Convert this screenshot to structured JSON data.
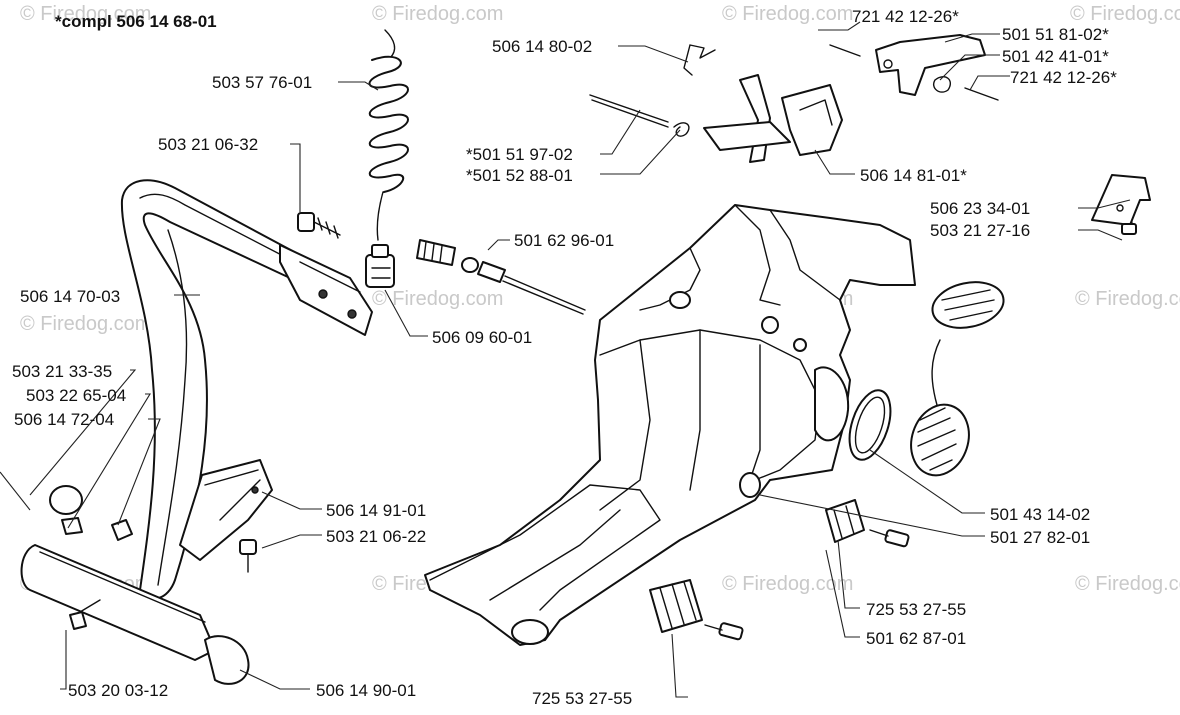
{
  "title": "*compl 506 14 68-01",
  "watermark": "© Firedog.com",
  "labels": {
    "l_721_a": "721 42 12-26*",
    "l_506_14_80": "506 14 80-02",
    "l_501_51_81": "501 51 81-02*",
    "l_501_42_41": "501 42 41-01*",
    "l_721_b": "721 42 12-26*",
    "l_503_57_76": "503 57 76-01",
    "l_503_21_06_32": "503 21 06-32",
    "l_501_51_97": "*501 51 97-02",
    "l_501_52_88": "*501 52 88-01",
    "l_506_14_81": "506 14 81-01*",
    "l_506_23_34": "506 23 34-01",
    "l_503_21_27": "503 21 27-16",
    "l_501_62_96": "501 62 96-01",
    "l_506_14_70": "506 14 70-03",
    "l_506_09_60": "506 09 60-01",
    "l_503_21_33": "503 21 33-35",
    "l_503_22_65": "503 22 65-04",
    "l_506_14_72": "506 14 72-04",
    "l_506_14_91": "506 14 91-01",
    "l_503_21_06_22": "503 21 06-22",
    "l_501_43_14": "501 43 14-02",
    "l_501_27_82": "501 27 82-01",
    "l_725_a": "725 53 27-55",
    "l_501_62_87": "501 62 87-01",
    "l_503_20_03": "503 20 03-12",
    "l_506_14_90": "506 14 90-01",
    "l_725_b": "725 53 27-55"
  }
}
